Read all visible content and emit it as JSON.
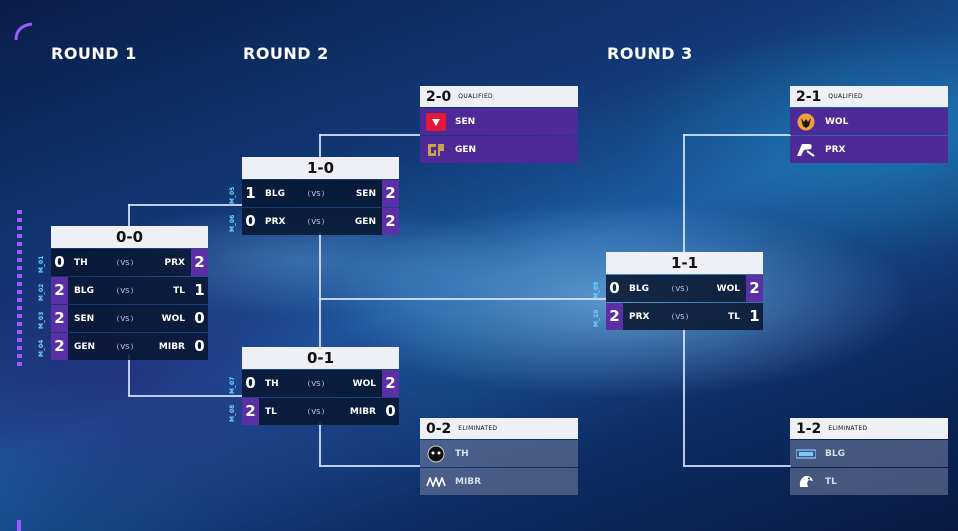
{
  "rounds": [
    "ROUND 1",
    "ROUND 2",
    "ROUND 3"
  ],
  "vs_label": "VS",
  "r1": {
    "header": "0-0",
    "matches": [
      {
        "id": "M_01",
        "left_score": "0",
        "left": "TH",
        "right": "PRX",
        "right_score": "2",
        "winner": "right"
      },
      {
        "id": "M_02",
        "left_score": "2",
        "left": "BLG",
        "right": "TL",
        "right_score": "1",
        "winner": "left"
      },
      {
        "id": "M_03",
        "left_score": "2",
        "left": "SEN",
        "right": "WOL",
        "right_score": "0",
        "winner": "left"
      },
      {
        "id": "M_04",
        "left_score": "2",
        "left": "GEN",
        "right": "MIBR",
        "right_score": "0",
        "winner": "left"
      }
    ]
  },
  "r2_high": {
    "header": "1-0",
    "matches": [
      {
        "id": "M_05",
        "left_score": "1",
        "left": "BLG",
        "right": "SEN",
        "right_score": "2",
        "winner": "right"
      },
      {
        "id": "M_06",
        "left_score": "0",
        "left": "PRX",
        "right": "GEN",
        "right_score": "2",
        "winner": "right"
      }
    ]
  },
  "r2_low": {
    "header": "0-1",
    "matches": [
      {
        "id": "M_07",
        "left_score": "0",
        "left": "TH",
        "right": "WOL",
        "right_score": "2",
        "winner": "right"
      },
      {
        "id": "M_08",
        "left_score": "2",
        "left": "TL",
        "right": "MIBR",
        "right_score": "0",
        "winner": "left"
      }
    ]
  },
  "r3": {
    "header": "1-1",
    "matches": [
      {
        "id": "M_09",
        "left_score": "0",
        "left": "BLG",
        "right": "WOL",
        "right_score": "2",
        "winner": "right"
      },
      {
        "id": "M_10",
        "left_score": "2",
        "left": "PRX",
        "right": "TL",
        "right_score": "1",
        "winner": "left"
      }
    ]
  },
  "results": {
    "q20": {
      "record": "2-0",
      "status": "QUALIFIED",
      "teams": [
        {
          "name": "SEN",
          "icon": "sen-logo-icon"
        },
        {
          "name": "GEN",
          "icon": "gen-logo-icon"
        }
      ]
    },
    "e02": {
      "record": "0-2",
      "status": "ELIMINATED",
      "teams": [
        {
          "name": "TH",
          "icon": "th-logo-icon"
        },
        {
          "name": "MIBR",
          "icon": "mibr-logo-icon"
        }
      ]
    },
    "q21": {
      "record": "2-1",
      "status": "QUALIFIED",
      "teams": [
        {
          "name": "WOL",
          "icon": "wol-logo-icon"
        },
        {
          "name": "PRX",
          "icon": "prx-logo-icon"
        }
      ]
    },
    "e12": {
      "record": "1-2",
      "status": "ELIMINATED",
      "teams": [
        {
          "name": "BLG",
          "icon": "blg-logo-icon"
        },
        {
          "name": "TL",
          "icon": "tl-logo-icon"
        }
      ]
    }
  },
  "colors": {
    "winner": "#5b2fa5",
    "qualified": "#4e2a98",
    "id_label": "#6fd6ff",
    "accent": "#9b5cff"
  }
}
